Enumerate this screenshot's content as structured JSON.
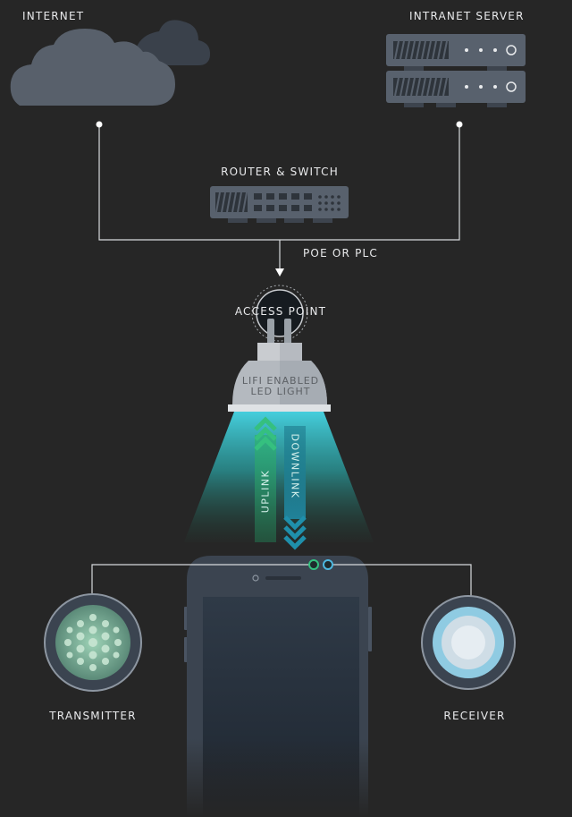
{
  "labels": {
    "internet": "INTERNET",
    "intranet_server": "INTRANET SERVER",
    "router_switch": "ROUTER & SWITCH",
    "poe_plc": "POE OR PLC",
    "access_point": "ACCESS POINT",
    "led_light_line1": "LIFI ENABLED",
    "led_light_line2": "LED LIGHT",
    "uplink": "UPLINK",
    "downlink": "DOWNLINK",
    "transmitter": "TRANSMITTER",
    "receiver": "RECEIVER"
  },
  "colors": {
    "background": "#262626",
    "line": "#d7d9dc",
    "uplink": "#2fa36b",
    "downlink": "#1e7f96",
    "light_beam": "#3fd3e0",
    "device_body": "#3b4450"
  }
}
